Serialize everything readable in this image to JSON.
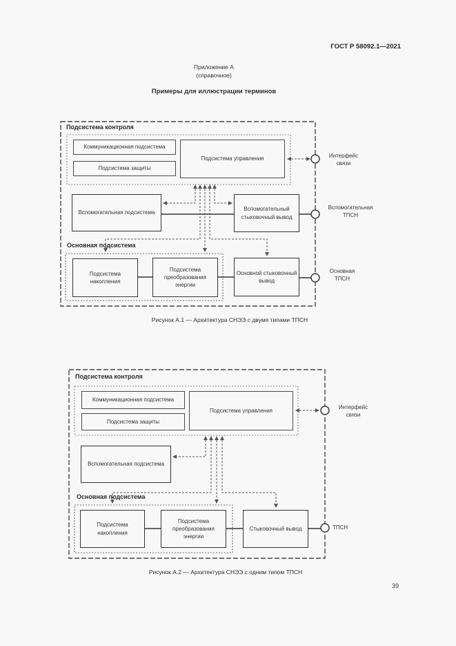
{
  "doc": {
    "header": "ГОСТ Р 58092.1—2021",
    "appendix_label": "Приложение А",
    "appendix_note": "(справочное)",
    "title": "Примеры для иллюстрации терминов",
    "page_number": "39"
  },
  "colors": {
    "background": "#f8f8f8",
    "box_border": "#4a4a4a",
    "dashed_line": "#555555",
    "text": "#2f2f2f"
  },
  "fig1": {
    "label_control": "Подсистема контроля",
    "box_comm": "Коммуникационная подсистема",
    "box_protect": "Подсистема защиты",
    "box_mgmt": "Подсистема управления",
    "label_interface": "Интерфейс связи",
    "box_aux": "Вспомогательная подсистема",
    "box_aux_output": "Вспомогательный стыковочный вывод",
    "label_aux_tpsn": "Вспомогательная ТПСН",
    "label_main": "Основная подсистема",
    "box_storage": "Подсистема накопления",
    "box_conversion": "Подсистема преобразования энергии",
    "box_main_output": "Основной стыковочный вывод",
    "label_main_tpsn": "Основная ТПСН",
    "caption": "Рисунок А.1 — Архитектура СНЭЭ с двумя типами ТПСН"
  },
  "fig2": {
    "label_control": "Подсистема контроля",
    "box_comm": "Коммуникационная подсистема",
    "box_protect": "Подсистема защиты",
    "box_mgmt": "Подсистема управления",
    "label_interface": "Интерфейс связи",
    "box_aux": "Вспомогательная подсистема",
    "label_main": "Основная подсистема",
    "box_storage": "Подсистема накопления",
    "box_conversion": "Подсистема преобразования энергии",
    "box_output": "Стыковочный вывод",
    "label_tpsn": "ТПСН",
    "caption": "Рисунок А.2 — Архитектура СНЭЭ с одним типом ТПСН"
  }
}
